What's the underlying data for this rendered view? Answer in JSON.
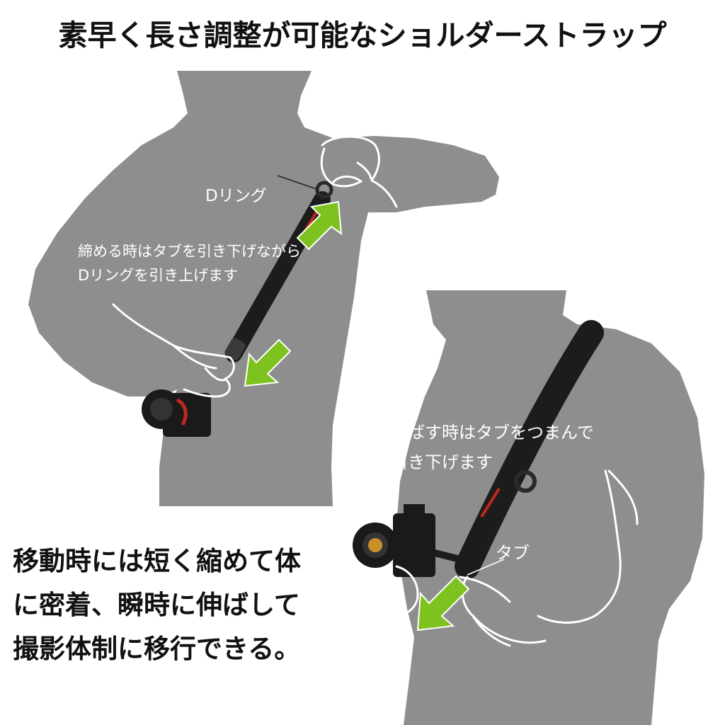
{
  "title": "素早く長さ調整が可能なショルダーストラップ",
  "scene1": {
    "d_ring_label": "Dリング",
    "instruction_line1": "締める時はタブを引き下げながら",
    "instruction_line2": "Dリングを引き上げます"
  },
  "scene2": {
    "instruction_line1": "伸ばす時はタブをつまんで",
    "instruction_line2": "引き下げます",
    "tab_label": "タブ"
  },
  "caption": {
    "line1": "移動時には短く縮めて体",
    "line2": "に密着、瞬時に伸ばして",
    "line3": "撮影体制に移行できる。"
  },
  "colors": {
    "silhouette": "#8e8e8e",
    "arrow": "#7dc21e",
    "strap": "#1c1c1c",
    "accent": "#c0281e"
  }
}
